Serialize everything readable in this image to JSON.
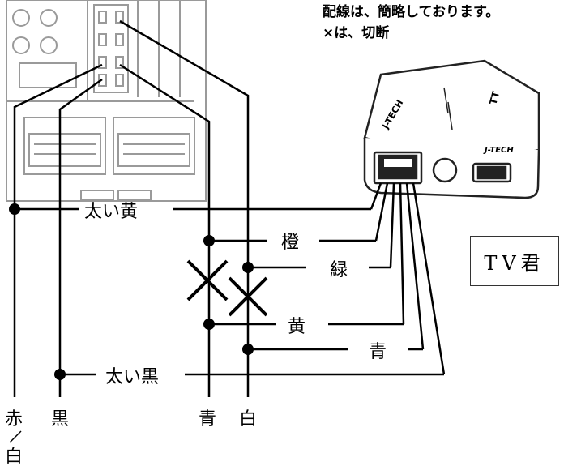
{
  "notes": {
    "line1": "配線は、簡略しております。",
    "line2": "×は、切断"
  },
  "tv_box": {
    "label": "TV君"
  },
  "device": {
    "brand_top": "J-TECH",
    "brand_side": "J-TECH",
    "model_mark": "TT"
  },
  "wire_labels": {
    "thick_yellow": "太い黄",
    "orange": "橙",
    "green": "緑",
    "yellow": "黄",
    "blue_right": "青",
    "thick_black": "太い黒"
  },
  "bottom_labels": {
    "red_white_top": "赤",
    "red_white_bottom": "白",
    "black": "黒",
    "blue": "青",
    "white": "白"
  },
  "colors": {
    "line": "#000000",
    "connector": "#9a9a9a",
    "device": "#222222"
  }
}
